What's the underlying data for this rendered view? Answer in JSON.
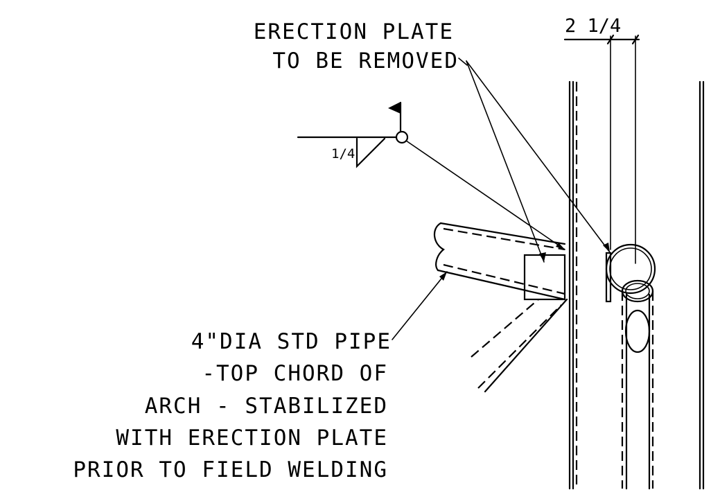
{
  "callouts": {
    "erection_plate_line1": "ERECTION PLATE",
    "erection_plate_line2": "TO BE REMOVED",
    "pipe_line1": "4\"DIA STD PIPE",
    "pipe_line2": "-TOP CHORD OF",
    "pipe_line3": "ARCH - STABILIZED",
    "pipe_line4": "WITH ERECTION PLATE",
    "pipe_line5": "PRIOR TO FIELD WELDING"
  },
  "weld_symbol": {
    "fillet_size": "1/4",
    "field_weld_flag": true,
    "weld_all_around": true
  },
  "dimension": {
    "value": "2 1/4"
  }
}
